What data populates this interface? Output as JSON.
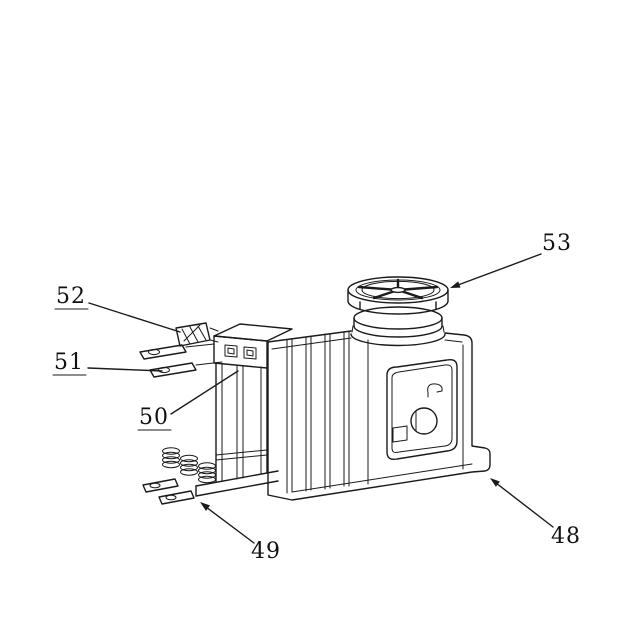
{
  "figure": {
    "type": "patent-line-drawing",
    "background": "#ffffff",
    "stroke_color": "#1b1b1b",
    "labels": [
      {
        "ref": "53",
        "underlined": false
      },
      {
        "ref": "52",
        "underlined": true
      },
      {
        "ref": "51",
        "underlined": true
      },
      {
        "ref": "50",
        "underlined": true
      },
      {
        "ref": "49",
        "underlined": false
      },
      {
        "ref": "48",
        "underlined": false
      }
    ]
  }
}
